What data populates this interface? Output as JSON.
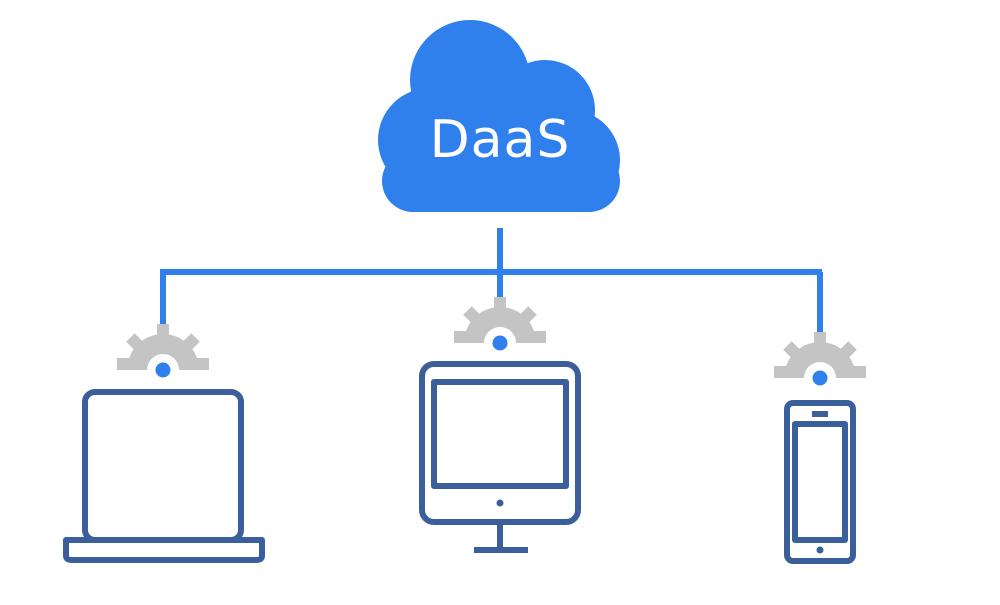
{
  "cloud": {
    "label": "DaaS",
    "color": "#2f80ed"
  },
  "connector_color": "#2f80ed",
  "gear_color": "#c4c4c4",
  "device_stroke_color": "#3a5f9b",
  "devices": [
    {
      "type": "laptop"
    },
    {
      "type": "monitor"
    },
    {
      "type": "smartphone"
    }
  ]
}
